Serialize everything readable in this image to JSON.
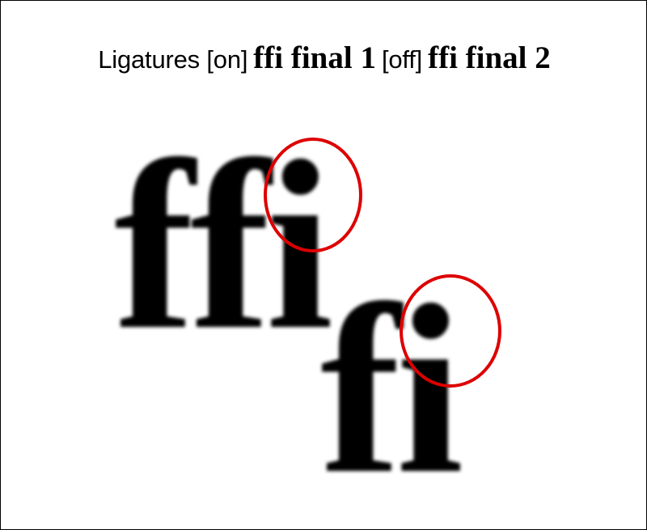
{
  "caption": {
    "part1": "Ligatures [on]",
    "part2": "ffi final 1",
    "part3": "[off]",
    "part4": "ffi final 2"
  },
  "glyphs": {
    "ligature_on": "ffi",
    "ligature_off": "fi"
  },
  "colors": {
    "highlight": "#dd0000",
    "text": "#000000",
    "background": "#ffffff"
  }
}
